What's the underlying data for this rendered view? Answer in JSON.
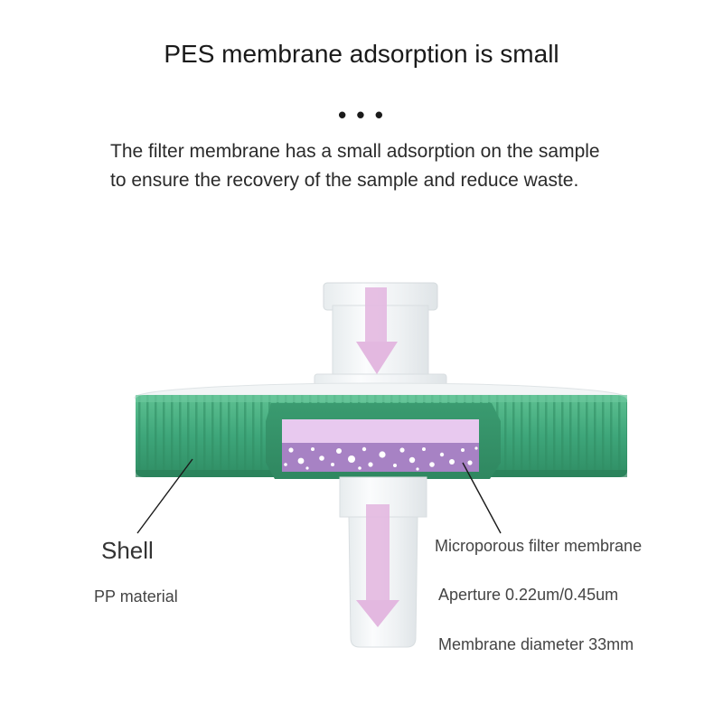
{
  "title": "PES membrane adsorption is small",
  "ellipsis": "• • •",
  "description": "The filter membrane has a small adsorption on the sample to ensure the recovery of the sample and reduce waste.",
  "labels": {
    "shell": "Shell",
    "shell_material": "PP material",
    "membrane": "Microporous filter membrane",
    "aperture": "Aperture 0.22um/0.45um",
    "diameter": "Membrane diameter 33mm"
  },
  "colors": {
    "shell_green": "#3ea67a",
    "membrane_pink": "#e8c9ef",
    "membrane_purple": "#a782c4",
    "flow_arrow": "#e3b8e0"
  }
}
